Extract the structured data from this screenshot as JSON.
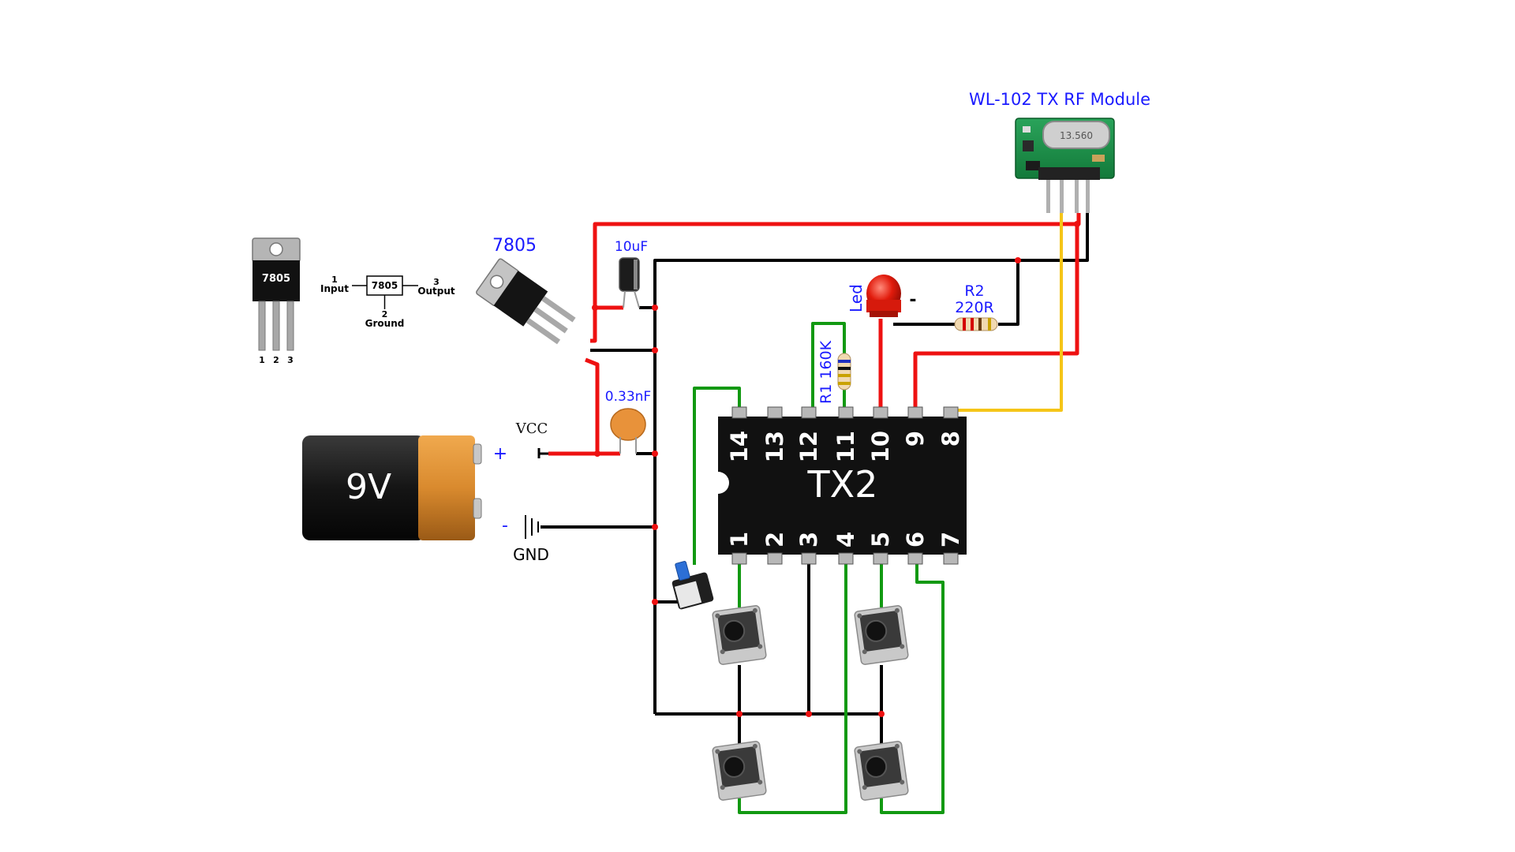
{
  "labels": {
    "rf_module": "WL-102 TX RF Module",
    "rf_crystal": "13.560",
    "regulator": "7805",
    "cap_10uf": "10uF",
    "cap_033": "0.33nF",
    "led": "Led",
    "led_minus": "-",
    "r2_name": "R2",
    "r2_value": "220R",
    "r1": "R1 160K",
    "vcc": "VCC",
    "plus": "+",
    "minus": "-",
    "gnd": "GND",
    "battery": "9V",
    "chip": "TX2",
    "ref_chip": "7805",
    "ref_box": "7805",
    "ref_pin1": "1",
    "ref_input": "Input",
    "ref_pin2": "2",
    "ref_ground": "Ground",
    "ref_pin3": "3",
    "ref_output": "Output",
    "ref_leg1": "1",
    "ref_leg2": "2",
    "ref_leg3": "3"
  },
  "chip_pins_top": [
    "14",
    "13",
    "12",
    "11",
    "10",
    "9",
    "8"
  ],
  "chip_pins_bottom": [
    "1",
    "2",
    "3",
    "4",
    "5",
    "6",
    "7"
  ],
  "colors": {
    "wire_red": "#ee1111",
    "wire_black": "#000000",
    "wire_green": "#129912",
    "wire_yellow": "#f5c518",
    "label_blue": "#1a1aff",
    "battery_copper": "#d98a2e",
    "chip_body": "#111111"
  }
}
